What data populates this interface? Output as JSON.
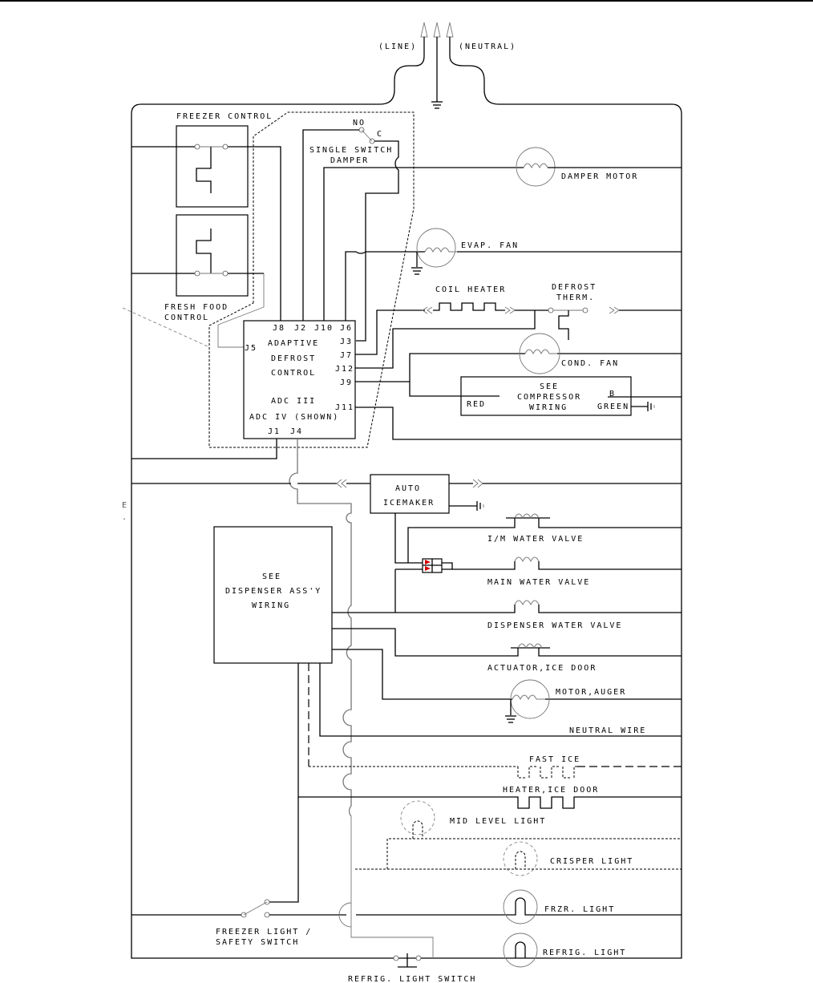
{
  "diagram": {
    "type": "wiring schematic",
    "supply": {
      "line": "(LINE)",
      "neutral": "(NEUTRAL)"
    },
    "controls": {
      "freezer_control": "FREEZER CONTROL",
      "fresh_food_control": [
        "FRESH FOOD",
        "CONTROL"
      ],
      "damper_switch": {
        "no": "NO",
        "c": "C",
        "label": [
          "SINGLE SWITCH",
          "DAMPER"
        ]
      }
    },
    "adc_board": {
      "title": [
        "ADAPTIVE",
        "DEFROST",
        "CONTROL"
      ],
      "models": [
        "ADC III",
        "ADC IV (SHOWN)"
      ],
      "top_pins": [
        "J8",
        "J2",
        "J10",
        "J6"
      ],
      "right_pins": [
        "J3",
        "J7",
        "J12",
        "J9",
        "J11"
      ],
      "left_pin": "J5",
      "bottom_pins": [
        "J1",
        "J4"
      ]
    },
    "components": {
      "damper_motor": "DAMPER MOTOR",
      "evap_fan": "EVAP. FAN",
      "coil_heater": "COIL HEATER",
      "defrost_therm": [
        "DEFROST",
        "THERM."
      ],
      "cond_fan": "COND. FAN",
      "compressor": {
        "title": [
          "SEE",
          "COMPRESSOR",
          "WIRING"
        ],
        "red": "RED",
        "b": "B",
        "green": "GREEN"
      },
      "auto_icemaker": [
        "AUTO",
        "ICEMAKER"
      ],
      "im_water_valve": "I/M WATER VALVE",
      "main_water_valve": "MAIN WATER VALVE",
      "dispenser_water_valve": "DISPENSER WATER VALVE",
      "dispenser": [
        "SEE",
        "DISPENSER ASS'Y",
        "WIRING"
      ],
      "actuator": "ACTUATOR,ICE DOOR",
      "motor_auger": "MOTOR,AUGER",
      "neutral_wire": "NEUTRAL WIRE",
      "fast_ice": "FAST ICE",
      "heater_ice_door": "HEATER,ICE DOOR",
      "mid_level_light": "MID LEVEL LIGHT",
      "crisper_light": "CRISPER LIGHT",
      "frzr_light": "FRZR. LIGHT",
      "refrig_light": "REFRIG. LIGHT",
      "freezer_light_switch": [
        "FREEZER LIGHT /",
        "SAFETY SWITCH"
      ],
      "refrig_light_switch": "REFRIG. LIGHT SWITCH"
    },
    "margin_mark": "E",
    "valve_connector_color": "#d40000"
  }
}
